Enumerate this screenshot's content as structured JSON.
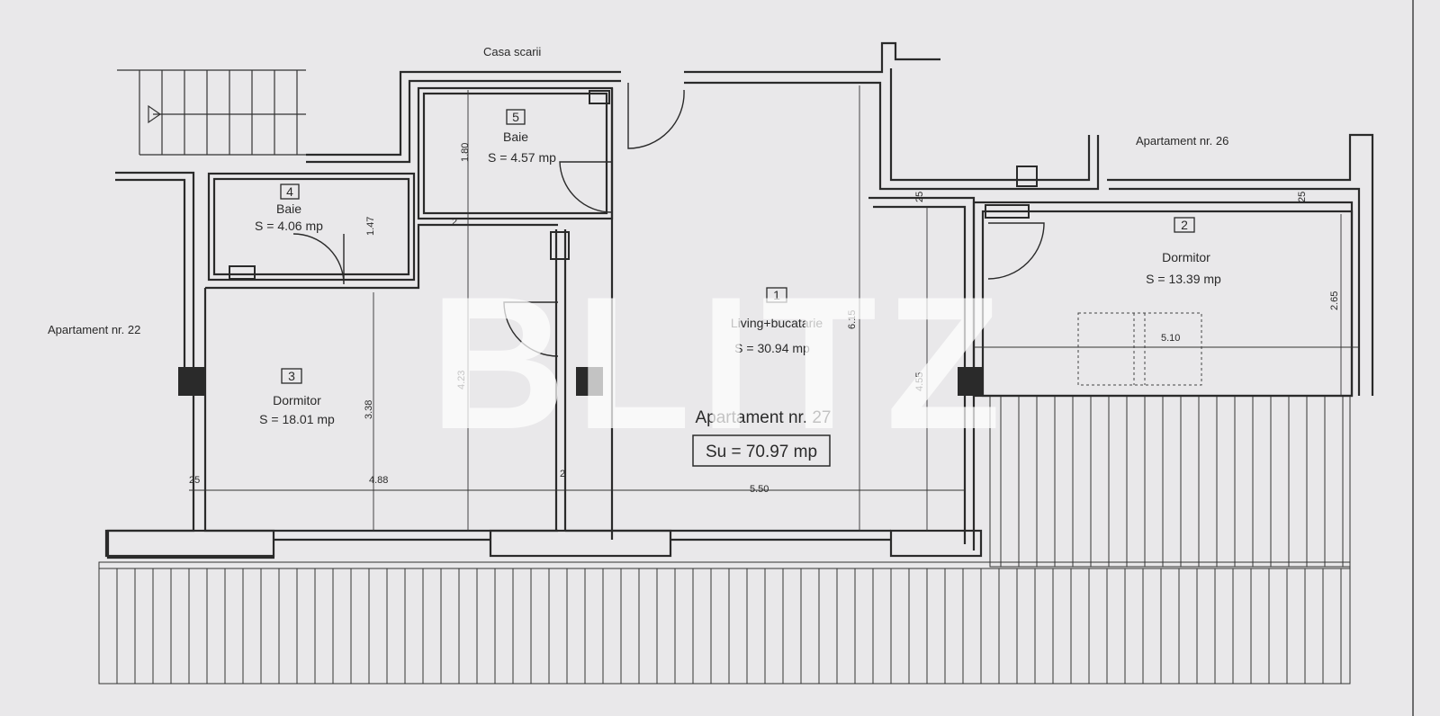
{
  "labels": {
    "stairwell": "Casa scarii",
    "apt_left": "Apartament nr. 22",
    "apt_right": "Apartament nr. 26",
    "apt_title": "Apartament nr. 27",
    "total_area": "Su = 70.97 mp"
  },
  "rooms": [
    {
      "num": "1",
      "name": "Living+bucatarie",
      "area": "S = 30.94 mp"
    },
    {
      "num": "2",
      "name": "Dormitor",
      "area": "S = 13.39 mp"
    },
    {
      "num": "3",
      "name": "Dormitor",
      "area": "S = 18.01 mp"
    },
    {
      "num": "4",
      "name": "Baie",
      "area": "S = 4.06 mp"
    },
    {
      "num": "5",
      "name": "Baie",
      "area": "S = 4.57 mp"
    }
  ],
  "dimensions": {
    "d180": "1.80",
    "d147": "1.47",
    "d423": "4.23",
    "d338": "3.38",
    "d615": "6.15",
    "d455": "4.55",
    "d265": "2.65",
    "d510": "5.10",
    "d488": "4.88",
    "d550": "5.50",
    "d25a": "25",
    "d25b": "25",
    "d25c": "25",
    "d2a": "2",
    "d2b": "2"
  },
  "watermark": "BLITZ",
  "colors": {
    "background": "#e9e8ea",
    "lines": "#2a2a2a"
  }
}
